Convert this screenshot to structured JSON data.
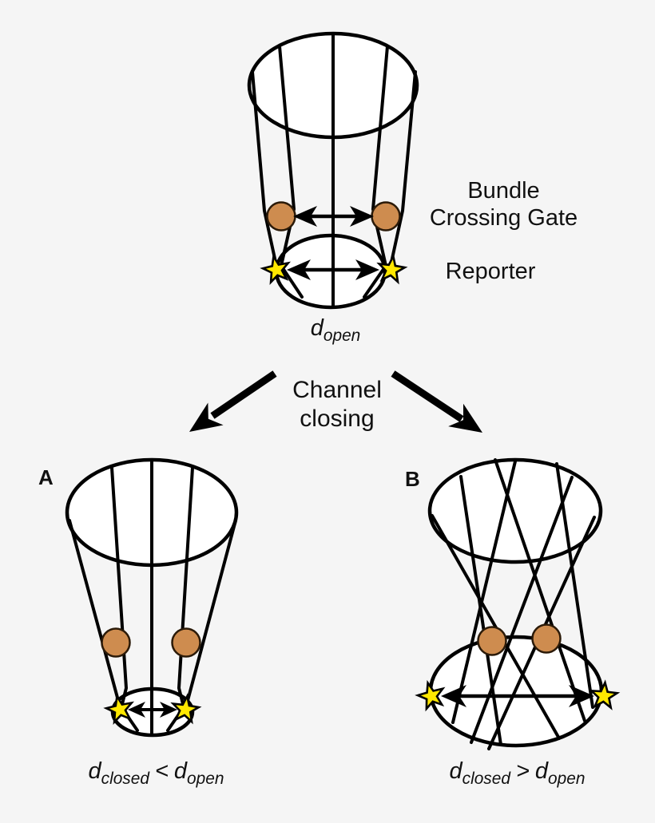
{
  "figure": {
    "open_channel": {
      "gate_label_line1": "Bundle",
      "gate_label_line2": "Crossing Gate",
      "reporter_label": "Reporter",
      "distance": {
        "base": "d",
        "sub": "open"
      }
    },
    "transition": {
      "line1": "Channel",
      "line2": "closing"
    },
    "panel_a": {
      "letter": "A",
      "distance": {
        "left_base": "d",
        "left_sub": "closed",
        "operator": "<",
        "right_base": "d",
        "right_sub": "open"
      }
    },
    "panel_b": {
      "letter": "B",
      "distance": {
        "left_base": "d",
        "left_sub": "closed",
        "operator": ">",
        "right_base": "d",
        "right_sub": "open"
      }
    }
  },
  "colors": {
    "background": "#f5f5f5",
    "line": "#000000",
    "gate_circle_fill": "#ce8c4f",
    "gate_circle_stroke": "#2b1a08",
    "star_fill": "#ffe800",
    "star_stroke": "#000000",
    "text": "#111111"
  }
}
